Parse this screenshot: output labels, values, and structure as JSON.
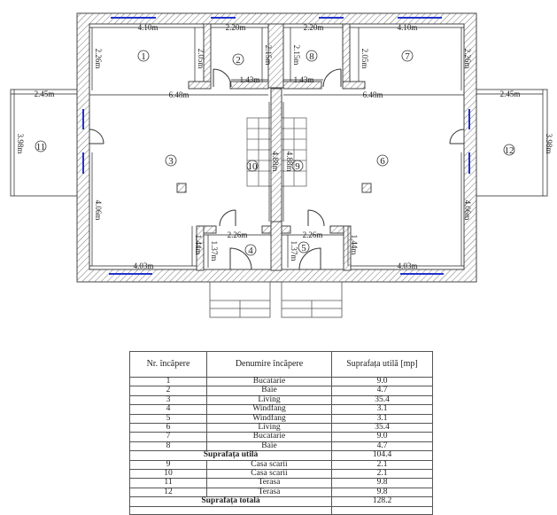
{
  "plan": {
    "dimensions": {
      "room1_width": "4.10m",
      "room1_height": "2.26m",
      "room1_inner_height": "2.05m",
      "room2_width": "2.20m",
      "room2_height": "2.15m",
      "room2_door": "1.43m",
      "room8_width": "2.20m",
      "room8_height": "2.15m",
      "room8_door": "1.43m",
      "room7_width": "4.10m",
      "room7_height": "2.26m",
      "room7_inner_height": "2.05m",
      "left_total_width": "6.48m",
      "right_total_width": "6.48m",
      "terrace_left_width": "2.45m",
      "terrace_left_depth": "3.98m",
      "terrace_right_width": "2.45m",
      "terrace_right_depth": "3.98m",
      "stair_left_length": "4.88m",
      "stair_right_length": "4.88m",
      "room3_height": "4.06m",
      "room6_height": "4.06m",
      "room3_bottom_width": "4.03m",
      "room6_bottom_width": "4.03m",
      "room4_width": "2.26m",
      "room4_height": "1.37m",
      "room4_side": "1.44m",
      "room5_width": "2.26m",
      "room5_height": "1.37m",
      "room5_side": "1.44m"
    },
    "room_labels": [
      "1",
      "2",
      "3",
      "4",
      "5",
      "6",
      "7",
      "8",
      "9",
      "10",
      "11",
      "12"
    ]
  },
  "table": {
    "headers": [
      "Nr. încăpere",
      "Denumire încăpere",
      "Suprafața utilă [mp]"
    ],
    "rows": [
      {
        "nr": "1",
        "name": "Bucatarie",
        "area": "9.0"
      },
      {
        "nr": "2",
        "name": "Baie",
        "area": "4.7"
      },
      {
        "nr": "3",
        "name": "Living",
        "area": "35.4"
      },
      {
        "nr": "4",
        "name": "Windfang",
        "area": "3.1"
      },
      {
        "nr": "5",
        "name": "Windfang",
        "area": "3.1"
      },
      {
        "nr": "6",
        "name": "Living",
        "area": "35.4"
      },
      {
        "nr": "7",
        "name": "Bucatarie",
        "area": "9.0"
      },
      {
        "nr": "8",
        "name": "Baie",
        "area": "4.7"
      }
    ],
    "subtotal": {
      "label": "Suprafața utilă",
      "area": "104.4"
    },
    "rows2": [
      {
        "nr": "9",
        "name": "Casa scarii",
        "area": "2.1"
      },
      {
        "nr": "10",
        "name": "Casa scarii",
        "area": "2.1"
      },
      {
        "nr": "11",
        "name": "Terasa",
        "area": "9.8"
      },
      {
        "nr": "12",
        "name": "Terasa",
        "area": "9.8"
      }
    ],
    "total": {
      "label": "Suprafața totală",
      "area": "128.2"
    }
  }
}
